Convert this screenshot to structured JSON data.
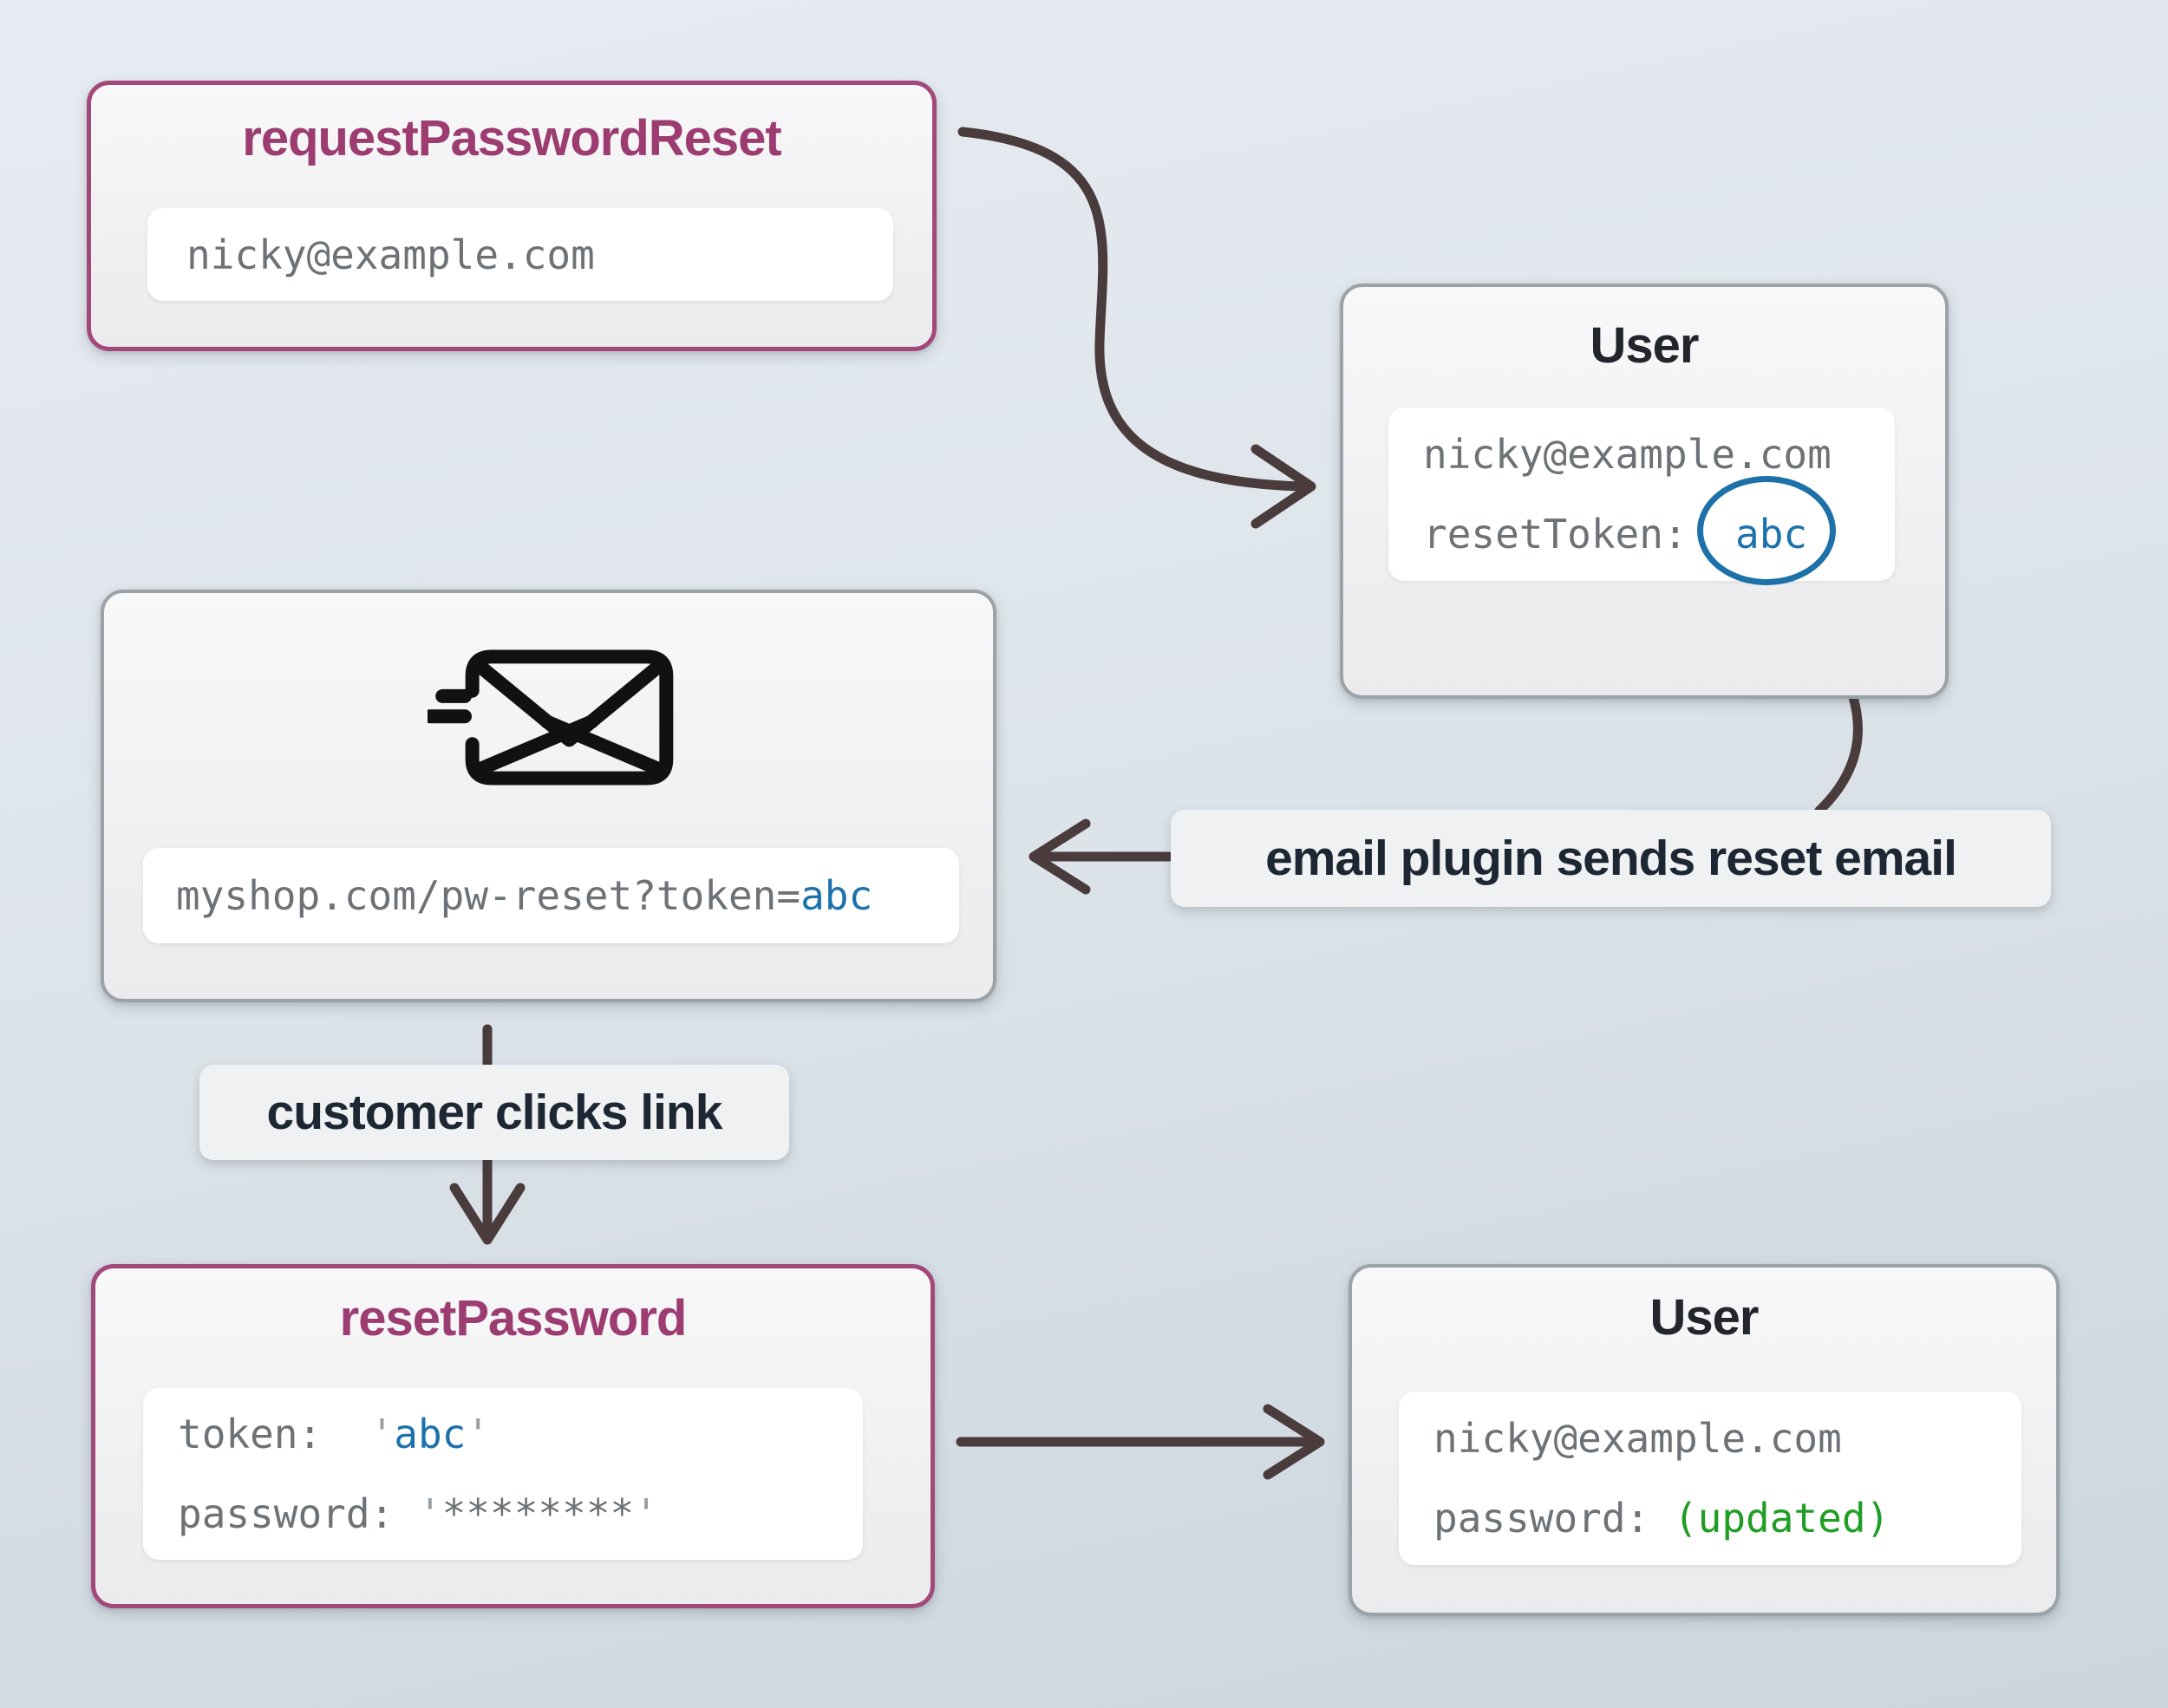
{
  "diagram": {
    "nodes": {
      "request_password_reset": {
        "title": "requestPasswordReset",
        "email_field": "nicky@example.com"
      },
      "user_top": {
        "title": "User",
        "email_line": "nicky@example.com",
        "reset_token_key": "resetToken:",
        "reset_token_value": "abc"
      },
      "email_message": {
        "url_prefix": "myshop.com/pw-reset?token=",
        "url_token": "abc"
      },
      "reset_password": {
        "title": "resetPassword",
        "token_key": "token: ",
        "open_quote": "'",
        "token_value": "abc",
        "close_quote": "'",
        "password_key": "password: ",
        "password_open_quote": "'",
        "password_stars": "********",
        "password_close_quote": "'"
      },
      "user_bottom": {
        "title": "User",
        "email_line": "nicky@example.com",
        "password_key": "password: ",
        "password_value": "(updated)"
      }
    },
    "labels": {
      "email_plugin": "email plugin sends reset email",
      "customer_clicks": "customer clicks link"
    },
    "icons": {
      "mail_send": "mail-send-icon"
    },
    "colors": {
      "accent_purple_text": "#9c3c71",
      "accent_purple_border": "#a3487b",
      "token_blue": "#1d72ab",
      "circle_blue": "#1d71a8",
      "updated_green": "#1f9d24",
      "arrow_dark": "#4a3b3c",
      "box_border_gray": "#9ba3a9",
      "mono_gray": "#6d7277",
      "label_text_dark": "#1d2633"
    }
  }
}
